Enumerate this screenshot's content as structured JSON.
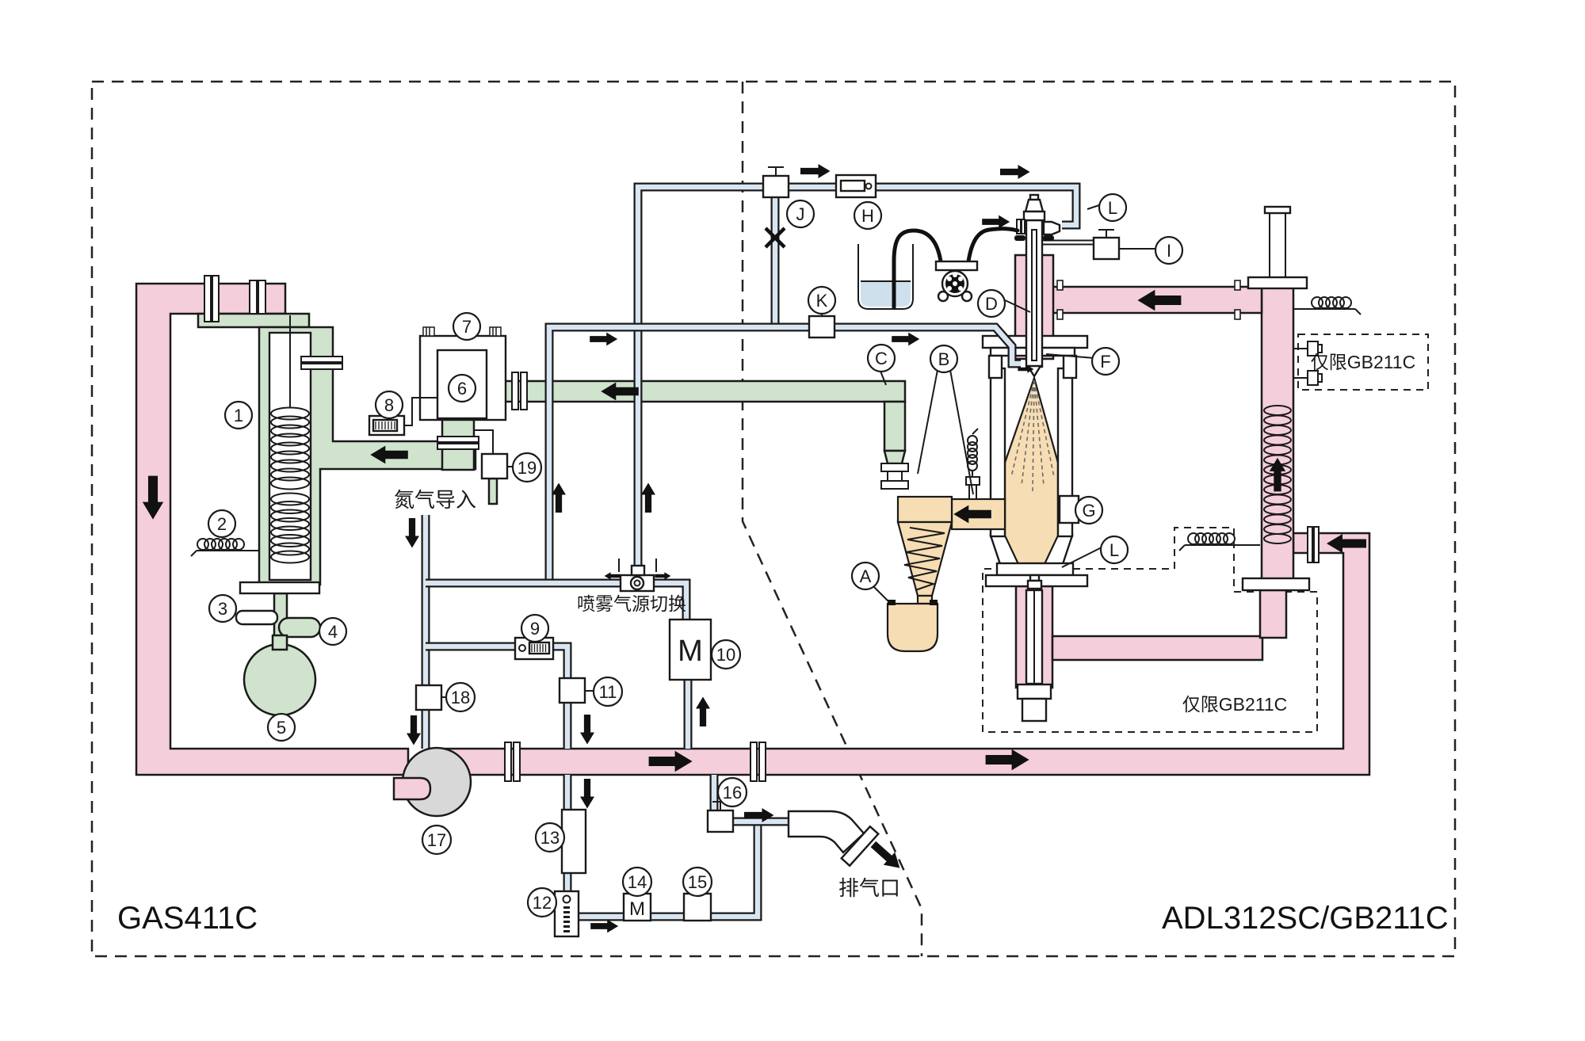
{
  "sections": {
    "left": "GAS411C",
    "right": "ADL312SC/GB211C"
  },
  "labels": {
    "nitrogen_inlet": "氮气导入",
    "spray_gas_switch": "喷雾气源切换",
    "exhaust_port": "排气口",
    "gb211c_only": "仅限GB211C"
  },
  "device_text": {
    "motor": "M"
  },
  "callouts": {
    "numbers": [
      "1",
      "2",
      "3",
      "4",
      "5",
      "6",
      "7",
      "8",
      "9",
      "10",
      "11",
      "12",
      "13",
      "14",
      "15",
      "16",
      "17",
      "18",
      "19"
    ],
    "letters": [
      "A",
      "B",
      "C",
      "D",
      "F",
      "G",
      "H",
      "I",
      "J",
      "K",
      "L"
    ]
  },
  "colors": {
    "pipe_pink": "#f4cedb",
    "pipe_green": "#cfe3cd",
    "pipe_blue": "#d9e6f2",
    "product_tan": "#f7ddb4",
    "blower_gray": "#d8d8d8",
    "liquid_blue": "#cfe0ed",
    "line": "#1a1a1a"
  }
}
